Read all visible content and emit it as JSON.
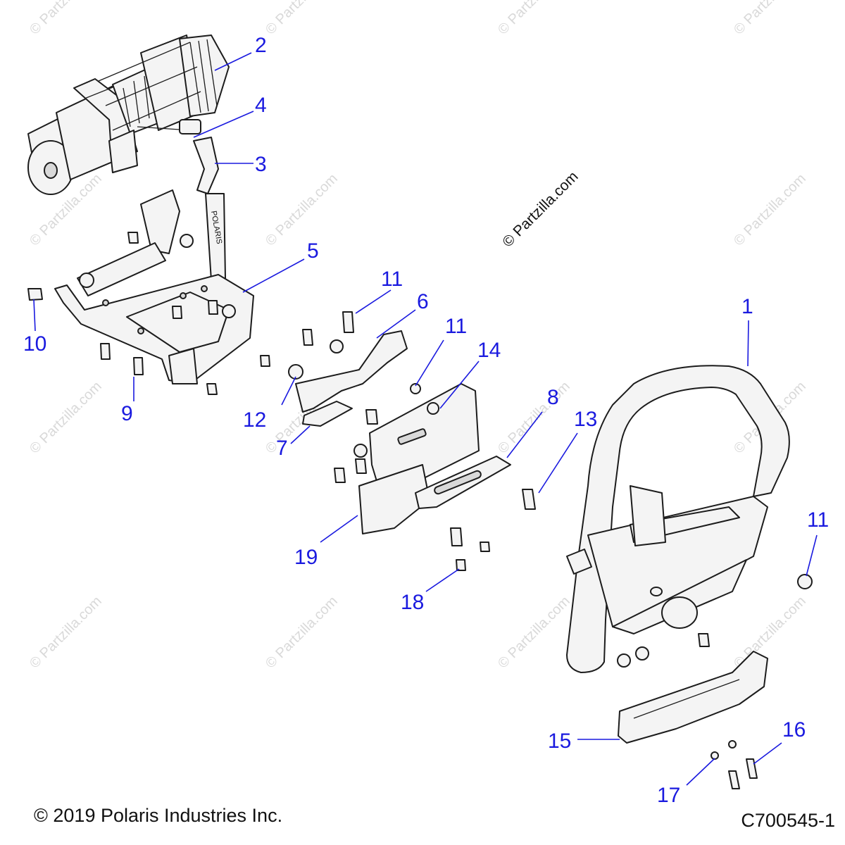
{
  "watermark": "© Partzilla.com",
  "stamp": "© Partzilla.com",
  "strap_text": "POLARIS",
  "copyright": "© 2019 Polaris Industries Inc.",
  "drawing_number": "C700545-1",
  "callouts": {
    "c1": "1",
    "c2": "2",
    "c3": "3",
    "c4": "4",
    "c5": "5",
    "c6": "6",
    "c7": "7",
    "c8": "8",
    "c9": "9",
    "c10": "10",
    "c11a": "11",
    "c11b": "11",
    "c11c": "11",
    "c12": "12",
    "c13": "13",
    "c14": "14",
    "c15": "15",
    "c16": "16",
    "c17": "17",
    "c18": "18",
    "c19": "19"
  },
  "icons": {
    "winch": "winch-icon",
    "bumper": "bumper-icon",
    "bolt": "bolt-icon",
    "nut": "nut-icon"
  }
}
